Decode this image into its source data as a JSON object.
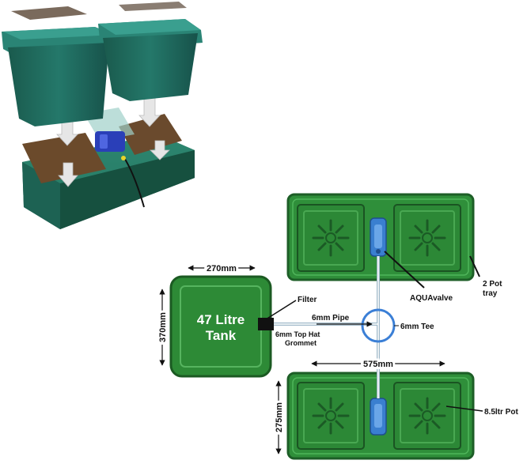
{
  "labels": {
    "tank_line1": "47 Litre",
    "tank_line2": "Tank",
    "tank_width": "270mm",
    "tank_height": "370mm",
    "filter": "Filter",
    "pipe": "6mm Pipe",
    "grommet_line1": "6mm Top Hat",
    "grommet_line2": "Grommet",
    "tee": "6mm Tee",
    "tray_width": "575mm",
    "tray_height": "275mm",
    "valve": "AQUAvalve",
    "tray_line1": "2 Pot",
    "tray_line2": "tray",
    "pot": "8.5ltr Pot"
  },
  "colors": {
    "tray_green": "#2f8f3a",
    "tray_dark": "#1d5e27",
    "tank_green": "#2d8a36",
    "valve_blue": "#3a7fd0",
    "tee_ring": "#3b7fd6",
    "pot_teal": "#1f6b5c",
    "mat_brown": "#6b4a2b"
  },
  "icons": {
    "pot_drain": "sunburst-drain-icon",
    "valve": "aquavalve-icon"
  }
}
